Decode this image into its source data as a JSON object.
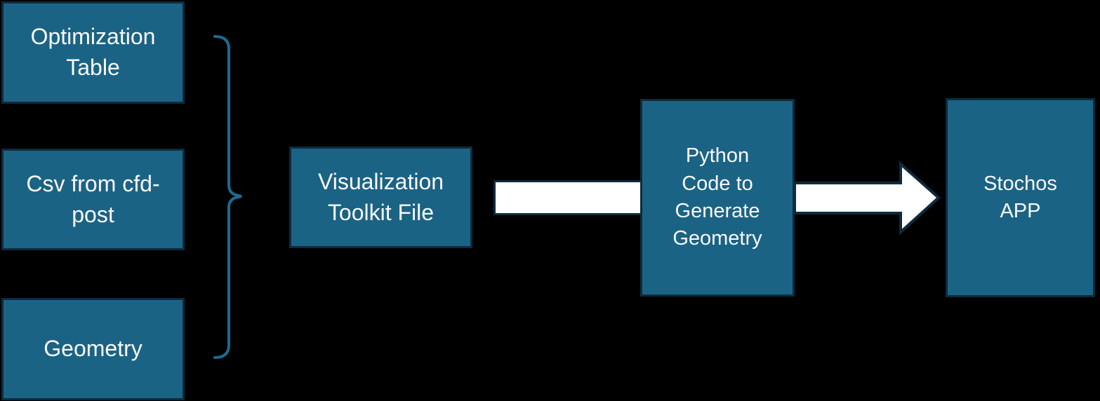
{
  "diagram": {
    "background_color": "#000000",
    "colors": {
      "box_fill": "#1B6384",
      "box_border": "#0E2B3D",
      "text_color": "#FAFAFA",
      "arrow_fill": "#FFFFFF",
      "arrow_outline": "#0E2B3D",
      "brace_color": "#1E6990"
    },
    "nodes": {
      "optimization": {
        "label": "Optimization\nTable"
      },
      "csv": {
        "label": "Csv from cfd-\npost"
      },
      "geometry": {
        "label": "Geometry"
      },
      "vtk": {
        "label": "Visualization\nToolkit File"
      },
      "python": {
        "label": "Python\nCode to\nGenerate\nGeometry"
      },
      "stochos": {
        "label": "Stochos\nAPP"
      }
    },
    "connectors": {
      "brace": "right-curly-brace grouping the three input boxes",
      "arrow1": "white connector bar from Visualization Toolkit File to Python Code box",
      "arrow2": "white right-pointing block arrow from Python Code box to Stochos APP"
    }
  }
}
